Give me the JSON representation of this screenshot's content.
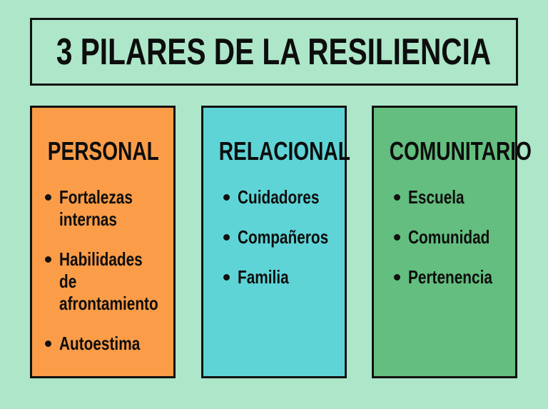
{
  "title": "3 PILARES DE LA RESILIENCIA",
  "colors": {
    "background": "#ade6c9",
    "personal": "#fb9c48",
    "relacional": "#5fd4d6",
    "comunitario": "#64be7f",
    "border": "#111111"
  },
  "pillars": [
    {
      "heading": "PERSONAL",
      "items": [
        "Fortalezas internas",
        "Habilidades de afrontamiento",
        "Autoestima"
      ]
    },
    {
      "heading": "RELACIONAL",
      "items": [
        "Cuidadores",
        "Compañeros",
        "Familia"
      ]
    },
    {
      "heading": "COMUNITARIO",
      "items": [
        "Escuela",
        "Comunidad",
        "Pertenencia"
      ]
    }
  ]
}
